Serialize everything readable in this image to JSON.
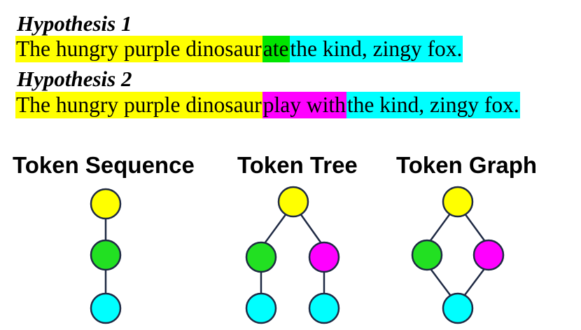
{
  "colors": {
    "prefix": "#ffff00",
    "ate": "#00e600",
    "play_with": "#ff00ff",
    "suffix": "#00ffff",
    "node_yellow": "#ffff00",
    "node_green": "#22e022",
    "node_magenta": "#ff00ff",
    "node_cyan": "#00ffff",
    "node_stroke": "#1f2a44"
  },
  "hypotheses": [
    {
      "title": "Hypothesis 1",
      "segments": [
        {
          "text": "The hungry purple dinosaur ",
          "color": "#ffff00"
        },
        {
          "text": "ate ",
          "color": "#00e600"
        },
        {
          "text": "the kind, zingy fox.",
          "color": "#00ffff"
        }
      ]
    },
    {
      "title": "Hypothesis 2",
      "segments": [
        {
          "text": "The hungry purple dinosaur ",
          "color": "#ffff00"
        },
        {
          "text": "play with ",
          "color": "#ff00ff"
        },
        {
          "text": "the kind, zingy fox.",
          "color": "#00ffff"
        }
      ]
    }
  ],
  "diagrams": {
    "sequence": {
      "title": "Token Sequence"
    },
    "tree": {
      "title": "Token Tree"
    },
    "graph": {
      "title": "Token Graph"
    }
  }
}
